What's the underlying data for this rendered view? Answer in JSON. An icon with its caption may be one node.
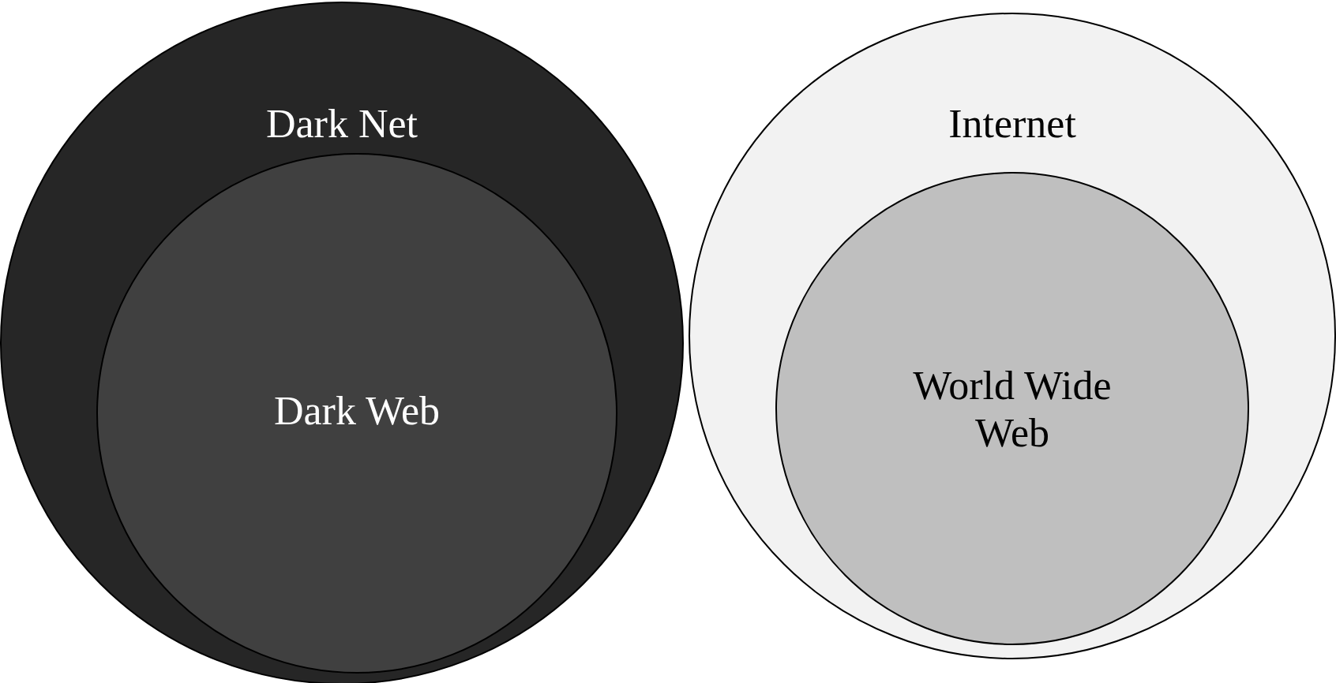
{
  "diagram": {
    "nodes": [
      {
        "text": [
          "Dark Net"
        ]
      },
      {
        "text": [
          "Dark Web"
        ],
        "in": 0
      },
      {
        "text": [
          "Internet"
        ]
      },
      {
        "text": [
          "World Wide Web"
        ],
        "in": 2
      }
    ]
  }
}
